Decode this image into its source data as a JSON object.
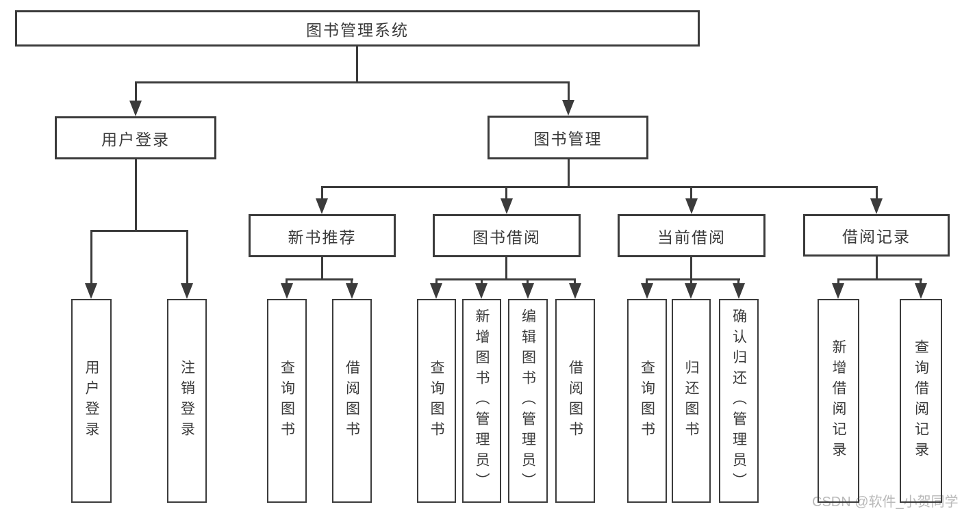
{
  "colors": {
    "bg": "#ffffff",
    "line": "#3b3b3b",
    "text": "#3a3a3a",
    "watermark": "#b9b9b9"
  },
  "diagram": {
    "root": {
      "label": "图书管理系统"
    },
    "branches": [
      {
        "label": "用户登录",
        "children": [
          {
            "label": "用户登录"
          },
          {
            "label": "注销登录"
          }
        ]
      },
      {
        "label": "图书管理",
        "children": [
          {
            "label": "新书推荐",
            "children": [
              {
                "label": "查询图书"
              },
              {
                "label": "借阅图书"
              }
            ]
          },
          {
            "label": "图书借阅",
            "children": [
              {
                "label": "查询图书"
              },
              {
                "label": "新增图书（管理员）"
              },
              {
                "label": "编辑图书（管理员）"
              },
              {
                "label": "借阅图书"
              }
            ]
          },
          {
            "label": "当前借阅",
            "children": [
              {
                "label": "查询图书"
              },
              {
                "label": "归还图书"
              },
              {
                "label": "确认归还（管理员）"
              }
            ]
          },
          {
            "label": "借阅记录",
            "children": [
              {
                "label": "新增借阅记录"
              },
              {
                "label": "查询借阅记录"
              }
            ]
          }
        ]
      }
    ]
  },
  "watermark": {
    "text": "CSDN @软件_小贺同学"
  }
}
